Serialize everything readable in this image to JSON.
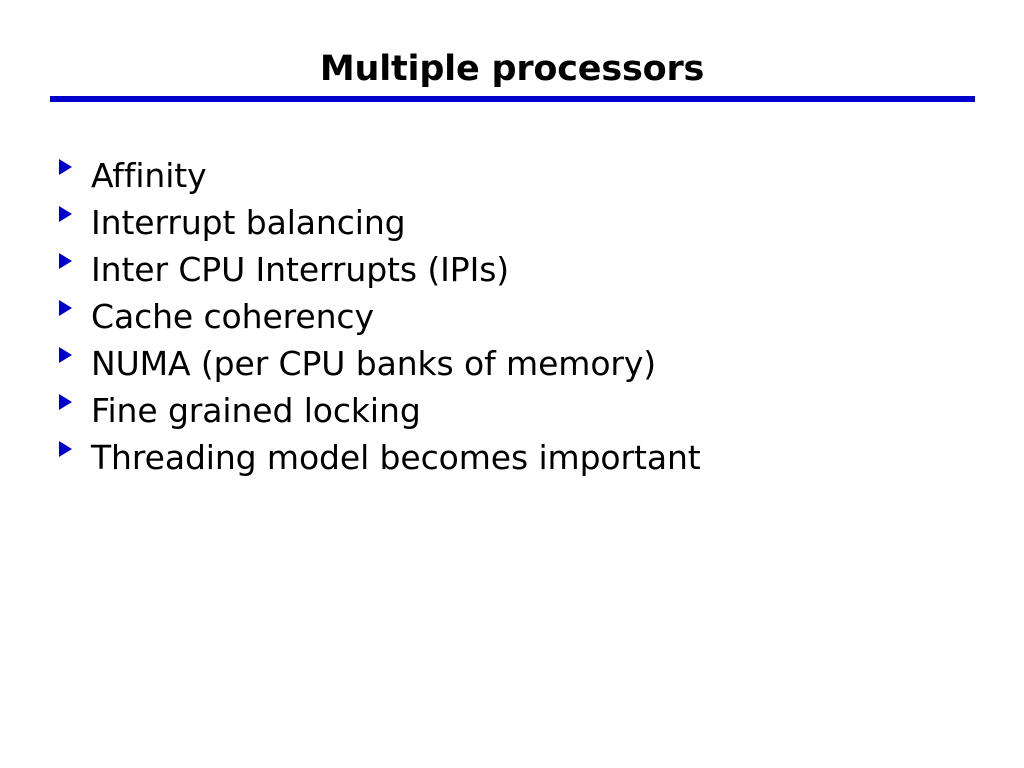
{
  "slide": {
    "title": "Multiple processors",
    "accent_color": "#0000CC",
    "text_color": "#000000",
    "background_color": "#FFFFFF",
    "bullet_glyph": "triangle-right",
    "bullets": [
      {
        "label": "Affinity"
      },
      {
        "label": "Interrupt balancing"
      },
      {
        "label": "Inter CPU Interrupts (IPIs)"
      },
      {
        "label": "Cache coherency"
      },
      {
        "label": "NUMA (per CPU banks of memory)"
      },
      {
        "label": "Fine grained locking"
      },
      {
        "label": "Threading model becomes important"
      }
    ]
  }
}
